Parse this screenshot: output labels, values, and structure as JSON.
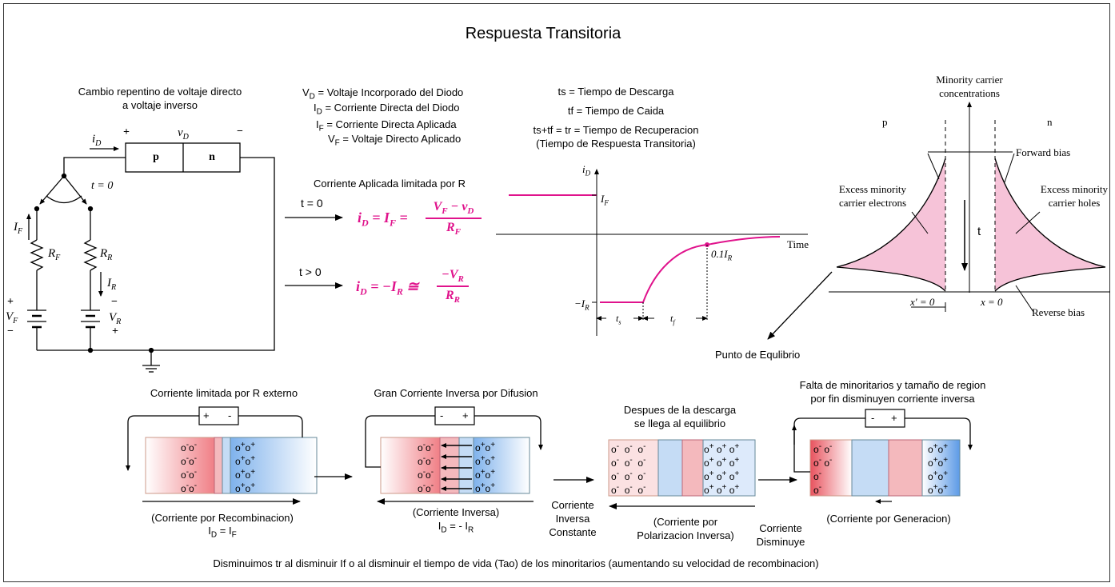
{
  "title": "Respuesta Transitoria",
  "circuit": {
    "caption_line1": "Cambio repentino de voltaje directo",
    "caption_line2": "a voltaje inverso",
    "iD": "i",
    "iD_sub": "D",
    "plus": "+",
    "minus": "−",
    "vD": "v",
    "vD_sub": "D",
    "p": "p",
    "n": "n",
    "t0": "t = 0",
    "IF": "I",
    "IF_sub": "F",
    "RF": "R",
    "RF_sub": "F",
    "RR": "R",
    "RR_sub": "R",
    "IR": "I",
    "IR_sub": "R",
    "VF": "V",
    "VF_sub": "F",
    "VR": "V",
    "VR_sub": "R"
  },
  "definitions": {
    "vd_pre": "V",
    "vd_sub": "D",
    "vd_rest": " = Voltaje Incorporado del Diodo",
    "id_pre": "I",
    "id_sub": "D",
    "id_rest": " = Corriente Directa del Diodo",
    "if_pre": "I",
    "if_sub": "F",
    "if_rest": " = Corriente Directa Aplicada",
    "vf_pre": "V",
    "vf_sub": "F",
    "vf_rest": " = Voltaje Directo Aplicado"
  },
  "applied": {
    "label": "Corriente Aplicada limitada por R",
    "t0": "t = 0",
    "tg0": "t > 0",
    "eq1_lhs": "i",
    "eq1_lhs_sub": "D",
    "eq1_mid": " = I",
    "eq1_mid_sub": "F",
    "eq1_eq": " = ",
    "eq1_num": "V",
    "eq1_num_sub": "F",
    "eq1_num_rest": " − v",
    "eq1_num_sub2": "D",
    "eq1_den": "R",
    "eq1_den_sub": "F",
    "eq2_lhs": "i",
    "eq2_lhs_sub": "D",
    "eq2_mid": " = −I",
    "eq2_mid_sub": "R",
    "eq2_eq": " ≅ ",
    "eq2_num": "−V",
    "eq2_num_sub": "R",
    "eq2_den": "R",
    "eq2_den_sub": "R"
  },
  "timing": {
    "ts": "ts = Tiempo de Descarga",
    "tf": "tf = Tiempo de Caida",
    "tr": "ts+tf = tr = Tiempo de Recuperacion",
    "tr2": "(Tiempo de Respuesta Transitoria)"
  },
  "graph": {
    "y_label": "i",
    "y_label_sub": "D",
    "IF": "I",
    "IF_sub": "F",
    "IR": "−I",
    "IR_sub": "R",
    "time": "Time",
    "point": "0.1I",
    "point_sub": "R",
    "ts": "t",
    "ts_sub": "s",
    "tf": "t",
    "tf_sub": "f"
  },
  "minority": {
    "title1": "Minority carrier",
    "title2": "concentrations",
    "p": "p",
    "n": "n",
    "forward": "Forward bias",
    "excess_e1": "Excess minority",
    "excess_e2": "carrier electrons",
    "excess_h1": "Excess minority",
    "excess_h2": "carrier holes",
    "t": "t",
    "x_prime": "x′ = 0",
    "x0": "x = 0",
    "reverse": "Reverse bias",
    "equilibrium": "Punto de Equlibrio"
  },
  "stages": {
    "s1_title": "Corriente limitada por R externo",
    "s1_caption": "(Corriente por Recombinacion)",
    "s1_eq_pre": "I",
    "s1_eq_sub": "D",
    "s1_eq_mid": " = I",
    "s1_eq_sub2": "F",
    "s2_title": "Gran Corriente Inversa por Difusion",
    "s2_caption": "(Corriente Inversa)",
    "s2_eq_pre": "I",
    "s2_eq_sub": "D",
    "s2_eq_mid": " = - I",
    "s2_eq_sub2": "R",
    "s3_title1": "Despues de la descarga",
    "s3_title2": "se llega al equilibrio",
    "s3_caption1": "(Corriente por",
    "s3_caption2": "Polarizacion Inversa)",
    "const1": "Corriente",
    "const2": "Inversa",
    "const3": "Constante",
    "dis1": "Corriente",
    "dis2": "Disminuye",
    "s4_title1": "Falta de minoritarios y tamaño de region",
    "s4_title2": "por fin disminuyen corriente inversa",
    "s4_caption": "(Corriente por Generacion)",
    "plus": "+",
    "minus": "-"
  },
  "footer": "Disminuimos tr al disminuir If o al disminuir el tiempo de vida (Tao) de los minoritarios (aumentando su velocidad de recombinacion)",
  "colors": {
    "accent": "#e0138c",
    "p_region": "#f4b9bd",
    "n_region": "#c5dcf5",
    "shade": "#f6c3d8"
  }
}
